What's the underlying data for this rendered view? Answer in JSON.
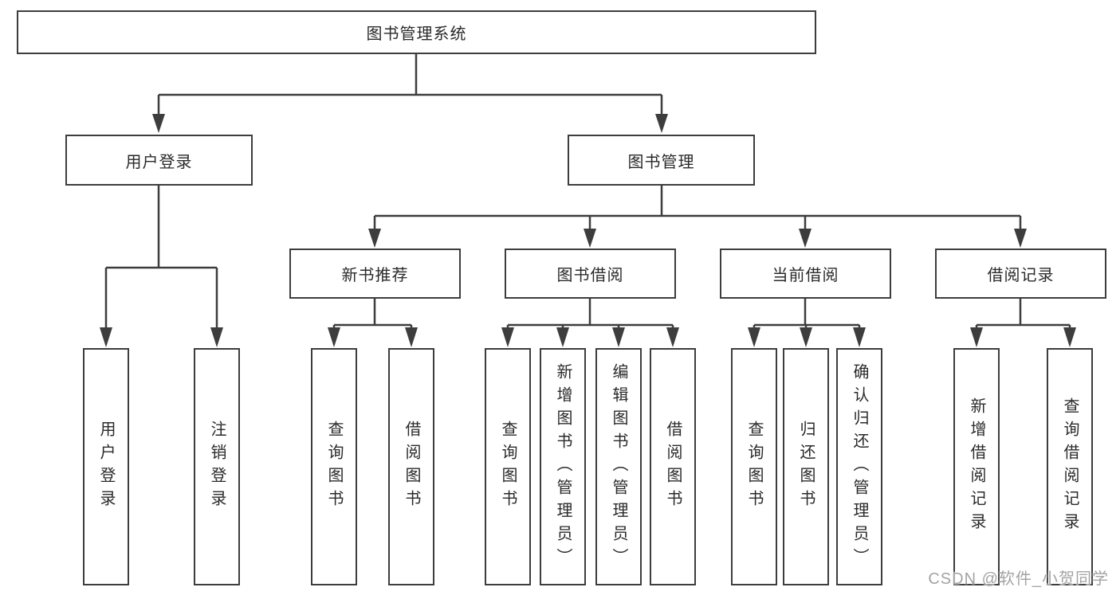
{
  "tree": {
    "label": "图书管理系统",
    "children": [
      {
        "label": "用户登录",
        "children": [
          {
            "label": "用户登录"
          },
          {
            "label": "注销登录"
          }
        ]
      },
      {
        "label": "图书管理",
        "children": [
          {
            "label": "新书推荐",
            "children": [
              {
                "label": "查询图书"
              },
              {
                "label": "借阅图书"
              }
            ]
          },
          {
            "label": "图书借阅",
            "children": [
              {
                "label": "查询图书"
              },
              {
                "label": "新增图书（管理员）"
              },
              {
                "label": "编辑图书（管理员）"
              },
              {
                "label": "借阅图书"
              }
            ]
          },
          {
            "label": "当前借阅",
            "children": [
              {
                "label": "查询图书"
              },
              {
                "label": "归还图书"
              },
              {
                "label": "确认归还（管理员）"
              }
            ]
          },
          {
            "label": "借阅记录",
            "children": [
              {
                "label": "新增借阅记录"
              },
              {
                "label": "查询借阅记录"
              }
            ]
          }
        ]
      }
    ]
  },
  "watermark": {
    "text": "CSDN @软件_小贺同学"
  },
  "colors": {
    "line": "#3d3d3d",
    "text": "#2a2a2a",
    "background": "#ffffff",
    "watermark": "#a3a3a3"
  }
}
